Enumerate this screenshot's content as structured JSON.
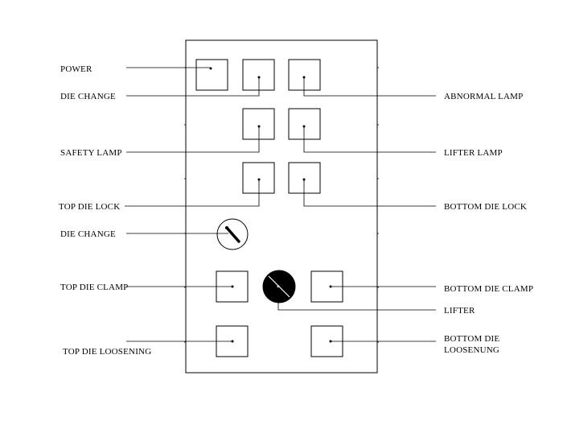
{
  "labels": {
    "power": "POWER",
    "die_change_lamp": "DIE CHANGE",
    "abnormal_lamp": "ABNORMAL LAMP",
    "safety_lamp": "SAFETY LAMP",
    "lifter_lamp": "LIFTER LAMP",
    "top_die_lock": "TOP DIE LOCK",
    "bottom_die_lock": "BOTTOM DIE LOCK",
    "die_change_switch": "DIE CHANGE",
    "top_die_clamp": "TOP DIE CLAMP",
    "bottom_die_clamp": "BOTTOM DIE CLAMP",
    "lifter": "LIFTER",
    "top_die_loosening": "TOP DIE LOOSENING",
    "bottom_die_loosening_line1": "BOTTOM DIE",
    "bottom_die_loosening_line2": "LOOSENUNG"
  }
}
